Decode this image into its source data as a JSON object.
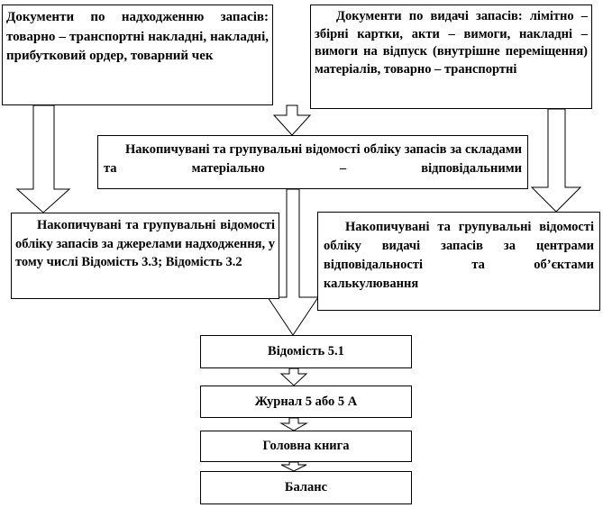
{
  "diagram": {
    "box_receipt_docs": "Документи по надходженню запасів: товарно – транспортні накладні, накладні, прибутковий ордер, товарний чек",
    "box_issue_docs": "Документи по видачі запасів: лімітно – збірні картки, акти – вимоги, накладні – вимоги на відпуск (внутрішне переміщення) матеріалів, товарно – транспортні",
    "box_warehouse_statements": "Накопичувані та групувальні відомості обліку запасів за складами та матеріально – відповідальними",
    "box_receipt_statements": "Накопичувані та групувальні відомості обліку запасів за джерелами надходження, у тому числі Відомість 3.3; Відомість 3.2",
    "box_issue_statements": "Накопичувані та групувальні відомості обліку видачі запасів за центрами відповідальності та об’єктами калькулювання",
    "box_statement_5_1": "Відомість 5.1",
    "box_journal_5": "Журнал 5 або 5 А",
    "box_general_ledger": "Головна книга",
    "box_balance": "Баланс"
  }
}
